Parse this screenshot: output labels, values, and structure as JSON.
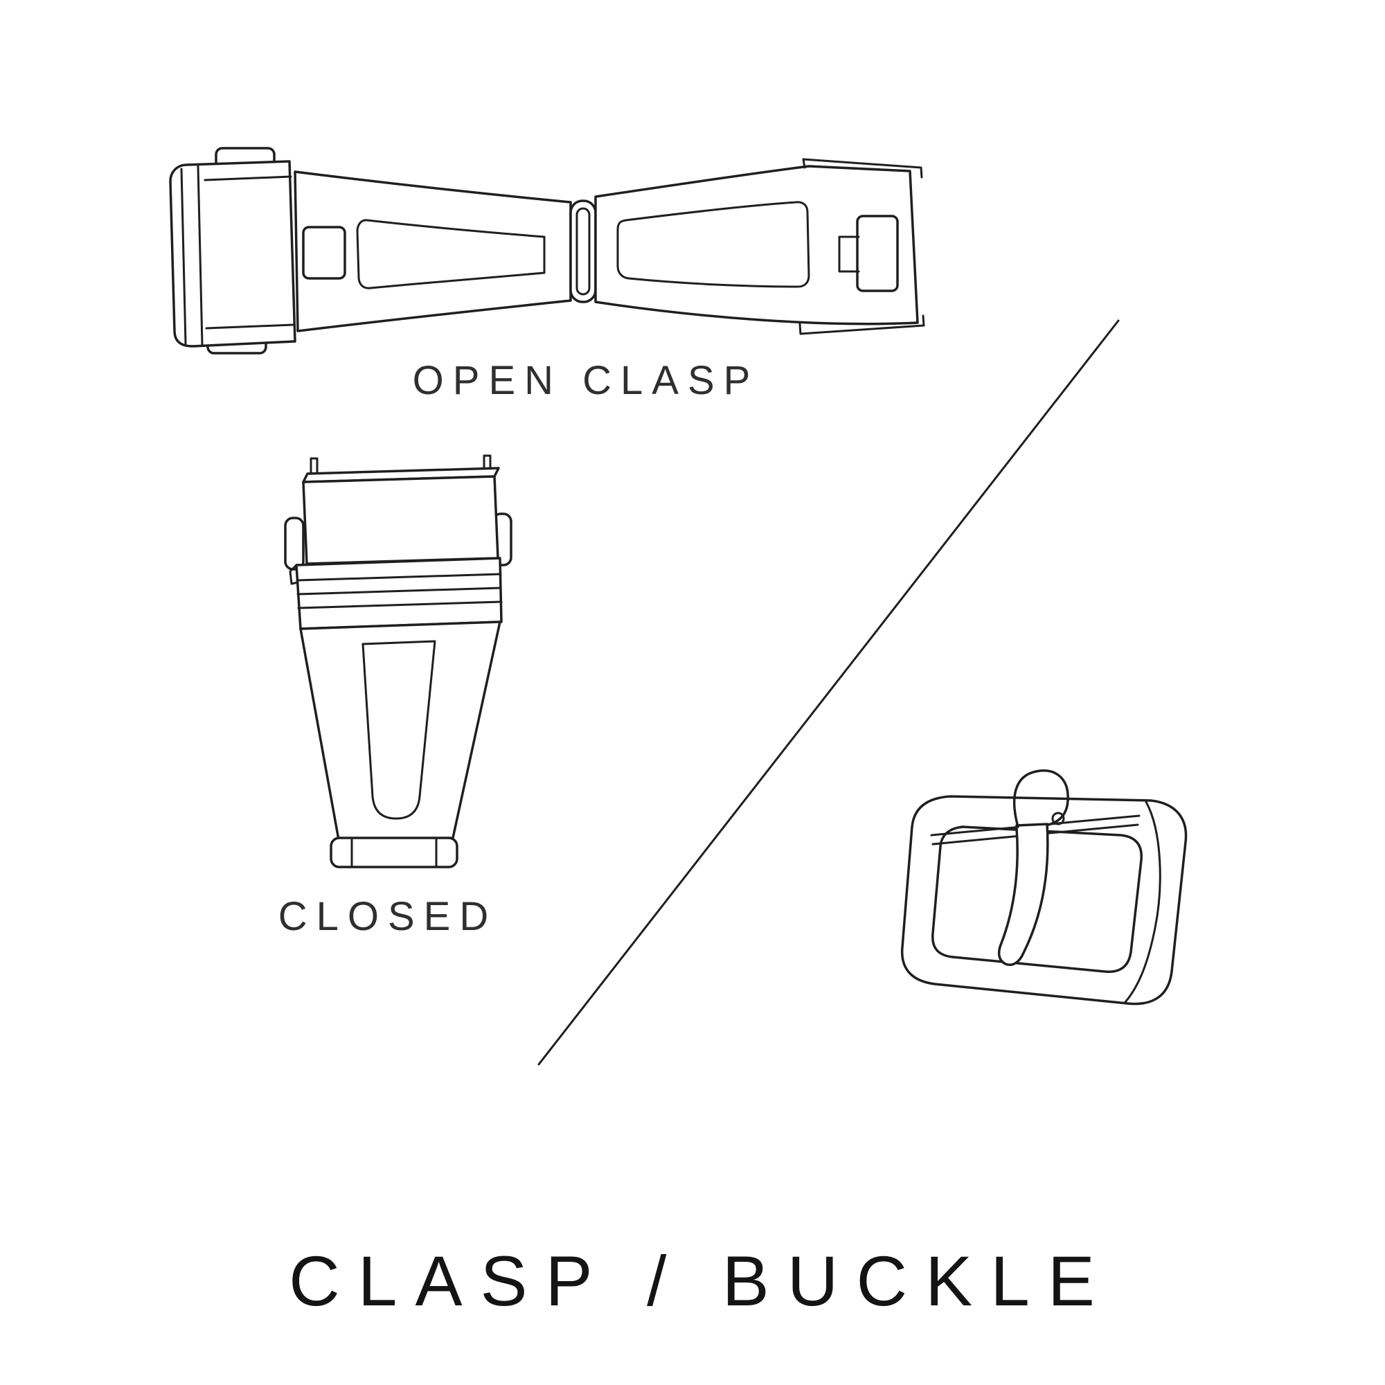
{
  "diagram": {
    "title": "CLASP / BUCKLE",
    "labels": {
      "open_clasp": "OPEN CLASP",
      "closed": "CLOSED"
    },
    "illustrations": {
      "open_clasp": "open-clasp-line-drawing",
      "closed_clasp": "closed-clasp-line-drawing",
      "pin_buckle": "pin-buckle-line-drawing",
      "divider": "diagonal-divider-line"
    },
    "colors": {
      "background": "#ffffff",
      "ink": "#1f1f1f",
      "label_text": "#2f2f2f",
      "title_text": "#141414"
    }
  }
}
